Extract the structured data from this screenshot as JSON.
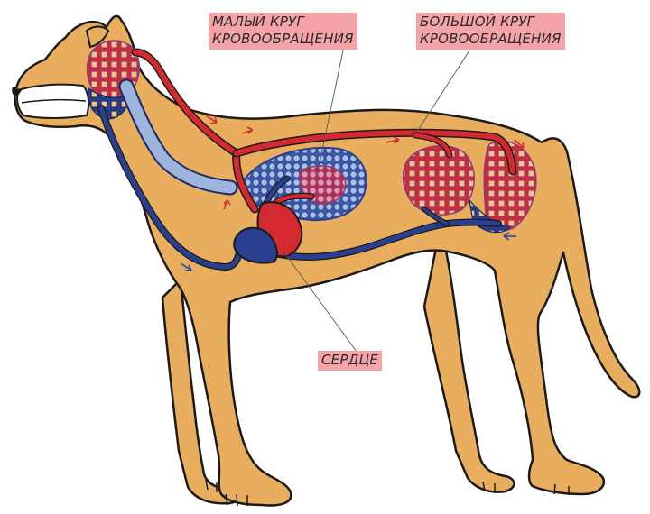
{
  "labels": {
    "pulmonary_circulation": [
      "МАЛЫЙ КРУГ",
      "КРОВООБРАЩЕНИЯ"
    ],
    "systemic_circulation": [
      "БОЛЬШОЙ КРУГ",
      "КРОВООБРАЩЕНИЯ"
    ],
    "heart": "СЕРДЦЕ"
  },
  "colors": {
    "body": "#e8ae5e",
    "outline": "#1a1a1a",
    "artery": "#d42a2f",
    "vein": "#2a3f8f",
    "lung": "#9db5dc",
    "capillary_net": "#8c3a78",
    "label_background": "#f4a3a6"
  }
}
